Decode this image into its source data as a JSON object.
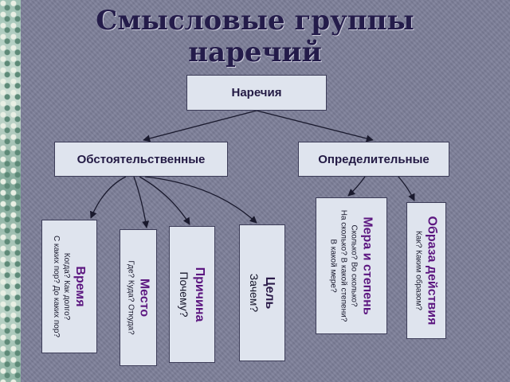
{
  "title": "Смысловые группы наречий",
  "root": "Наречия",
  "groups": {
    "left": "Обстоятельственные",
    "right": "Определительные"
  },
  "subgroups": {
    "time": {
      "name": "Время",
      "q1": "Когда? Как долго?",
      "q2": "С каких пор? До каких пор?"
    },
    "place": {
      "name": "Место",
      "q1": "Где? Куда? Откуда?"
    },
    "cause": {
      "name": "Причина",
      "q1": "Почему?"
    },
    "purpose": {
      "name": "Цель",
      "q1": "Зачем?"
    },
    "measure": {
      "name": "Мера и степень",
      "q1": "Сколько? Во сколько?",
      "q2": "На сколько? В какой степени?",
      "q3": "В какой мере?"
    },
    "manner": {
      "name": "Образа действия",
      "q1": "Как? Каким образом?"
    }
  },
  "colors": {
    "background": "#7d7f99",
    "box": "#dfe4ee",
    "accent": "#5c1780",
    "title": "#241c4a"
  }
}
